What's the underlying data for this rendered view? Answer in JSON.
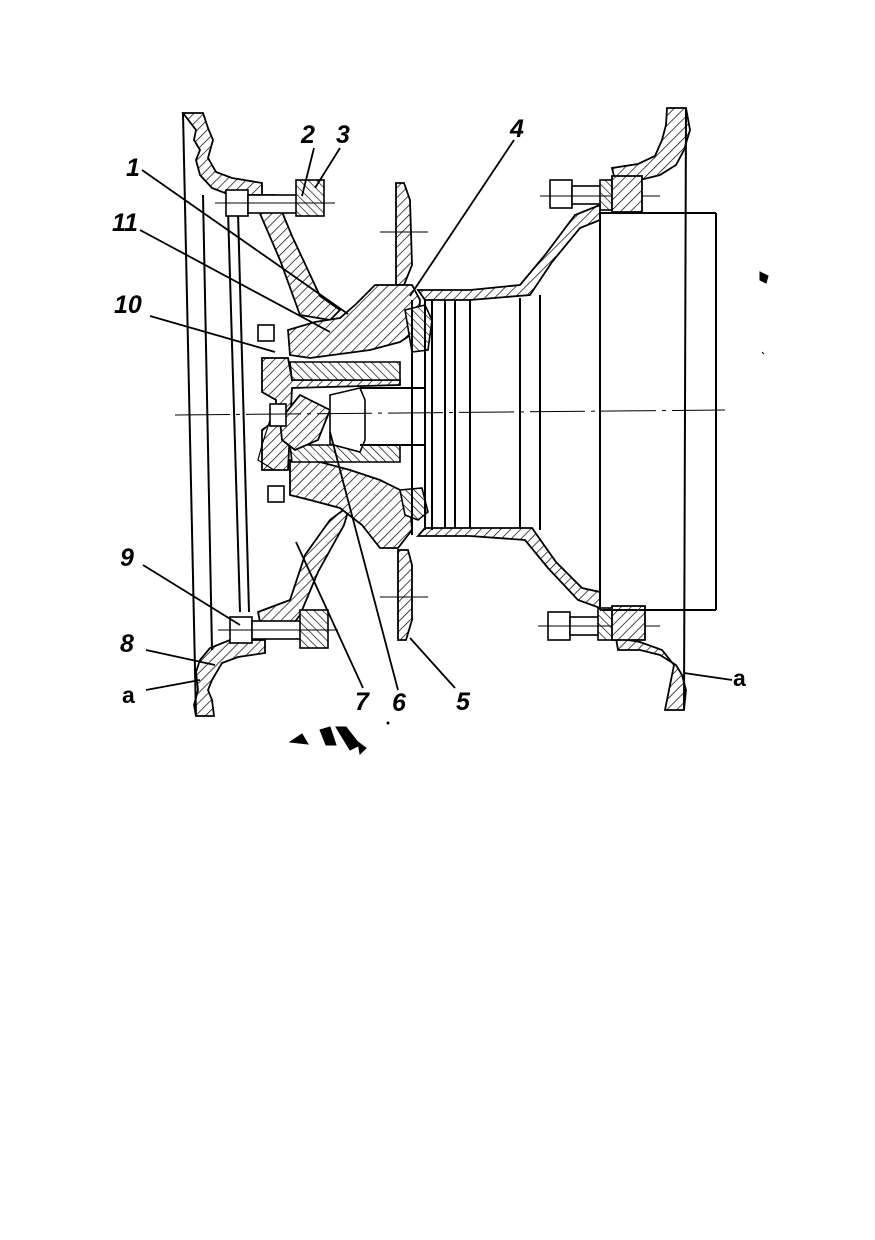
{
  "callouts": {
    "c1": "1",
    "c2": "2",
    "c3": "3",
    "c4": "4",
    "c5": "5",
    "c6": "6",
    "c7": "7",
    "c8": "8",
    "c9": "9",
    "c10": "10",
    "c11": "11",
    "a_left": "a",
    "a_right": "a"
  }
}
